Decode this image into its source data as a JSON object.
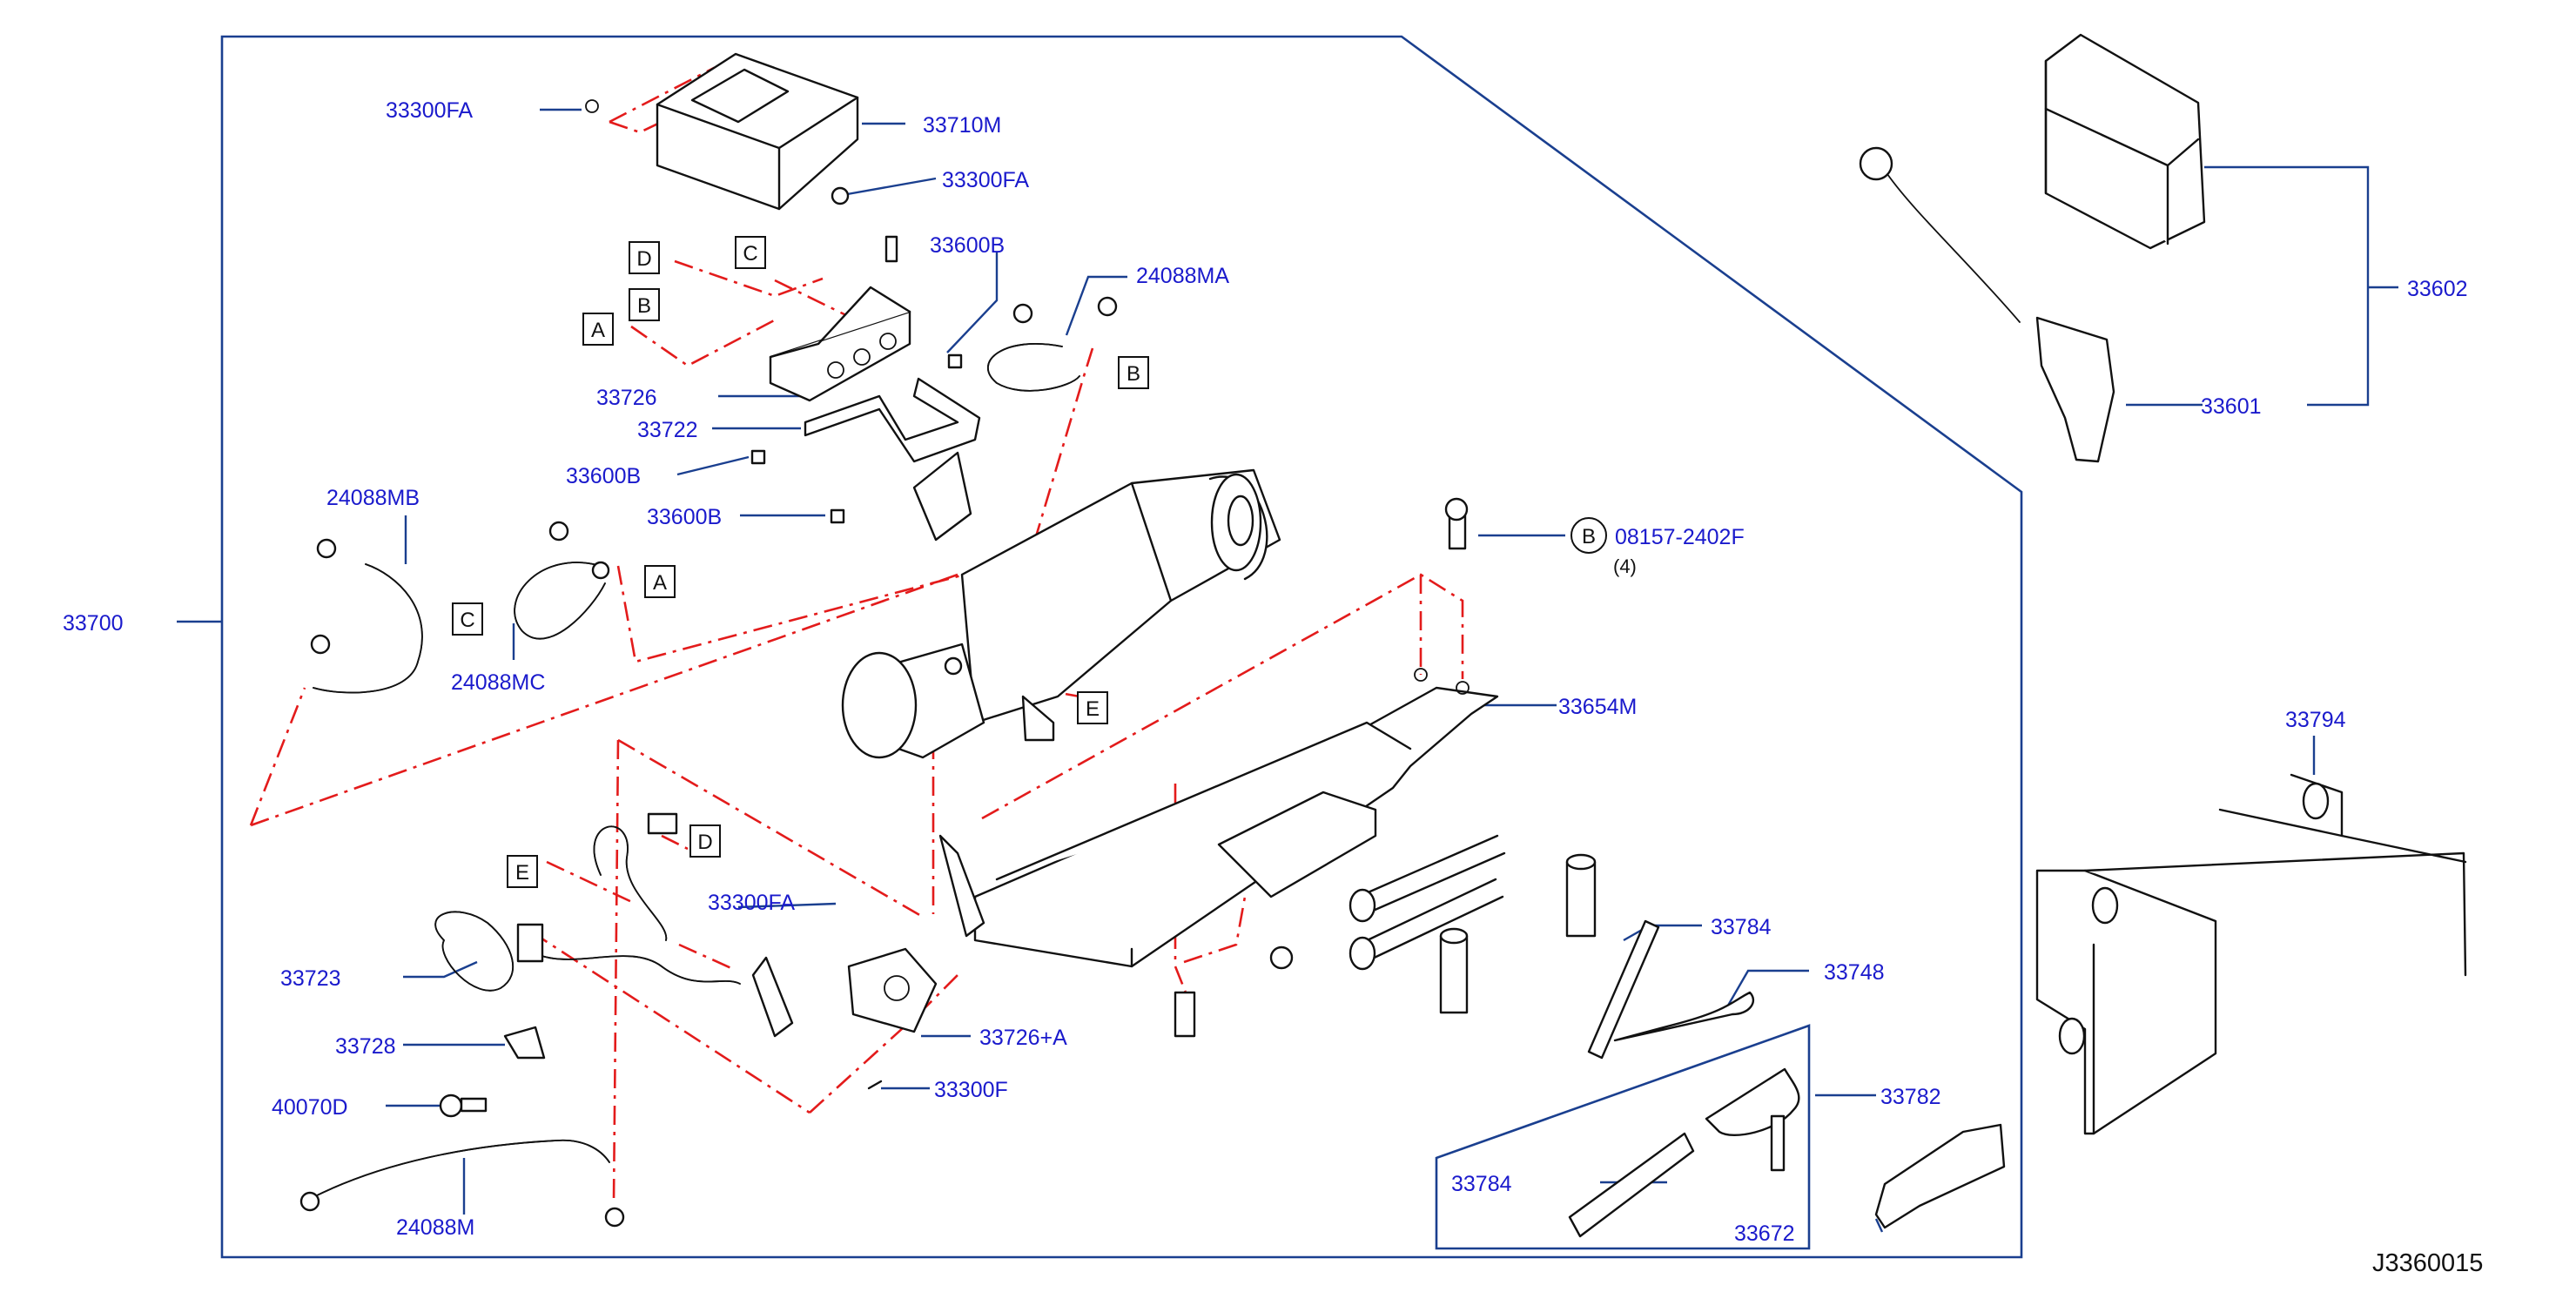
{
  "diagram": {
    "doc_id": "J3360015",
    "labels": {
      "p33300FA_top": "33300FA",
      "p33710M": "33710M",
      "p33300FA_cover": "33300FA",
      "p33600B_top": "33600B",
      "p24088MA": "24088MA",
      "p33726": "33726",
      "p33722": "33722",
      "p33600B_mid": "33600B",
      "p33600B_low": "33600B",
      "p24088MB": "24088MB",
      "p33700": "33700",
      "p24088MC": "24088MC",
      "p08157": "08157-2402F",
      "qty08157": "(4)",
      "p33654M": "33654M",
      "p33300FA_low": "33300FA",
      "p33723": "33723",
      "p33728": "33728",
      "p33726A": "33726+A",
      "p40070D": "40070D",
      "p33300F": "33300F",
      "p24088M": "24088M",
      "p33784_top": "33784",
      "p33748": "33748",
      "p33782": "33782",
      "p33784_low": "33784",
      "p33672": "33672",
      "p33602": "33602",
      "p33601": "33601",
      "p33794": "33794"
    },
    "tags": {
      "a": "A",
      "b": "B",
      "c": "C",
      "d": "D",
      "e": "E"
    }
  }
}
